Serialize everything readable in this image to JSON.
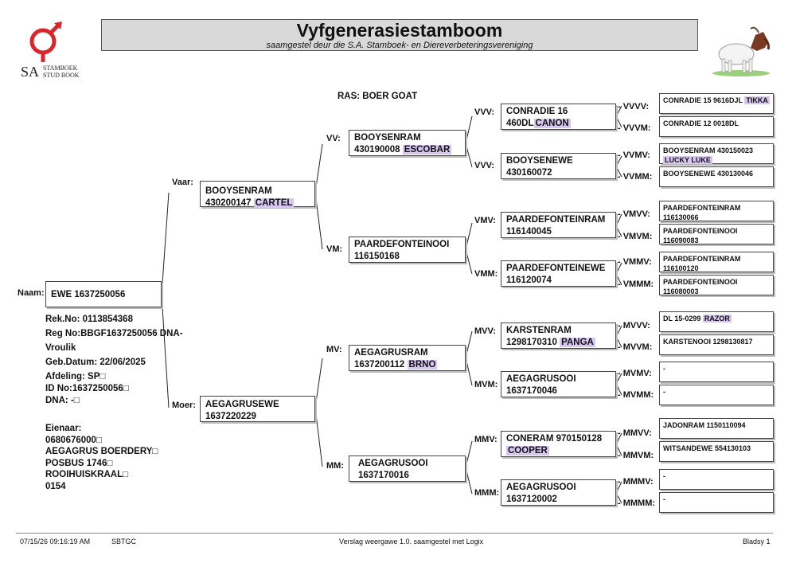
{
  "logo": {
    "letters": "SA",
    "line1": "STAMBOEK",
    "line2": "STUD BOOK",
    "color": "#d9262c"
  },
  "header": {
    "title": "Vyfgenerasiestamboom",
    "subtitle": "saamgestel deur die S.A. Stamboek- en Diereverbeteringsvereniging",
    "breed": "RAS: BOER GOAT"
  },
  "subject": {
    "label": "Naam:",
    "name": "EWE 1637250056",
    "details": [
      "Rek.No: 0113854368",
      "Reg No:BBGF1637250056 DNA-",
      "Vroulik",
      "Geb.Datum: 22/06/2025",
      "Afdeling: SP□",
      "ID No:1637250056□",
      "DNA: -□"
    ],
    "owner": [
      "Eienaar:",
      "0680676000□",
      "AEGAGRUS BOERDERY□",
      "POSBUS 1746□",
      "ROOIHUISKRAAL□",
      "0154"
    ]
  },
  "gen1": {
    "sire": {
      "label": "Vaar:",
      "line1": "BOOYSENRAM",
      "line2": "430200147",
      "tag": "CARTEL"
    },
    "dam": {
      "label": "Moer:",
      "line1": "AEGAGRUSEWE",
      "line2": "1637220229",
      "tag": ""
    }
  },
  "gen2": {
    "vv": {
      "label": "VV:",
      "line1": "BOOYSENRAM",
      "line2": "430190008",
      "tag": "ESCOBAR"
    },
    "vm": {
      "label": "VM:",
      "line1": "PAARDEFONTEINOOI",
      "line2": "116150168",
      "tag": ""
    },
    "mv": {
      "label": "MV:",
      "line1": "AEGAGRUSRAM",
      "line2": "1637200112",
      "tag": "BRNO"
    },
    "mm": {
      "label": "MM:",
      "line1": "AEGAGRUSOOI",
      "line2": "1637170016",
      "tag": ""
    }
  },
  "gen3": {
    "vvv": {
      "label": "VVV:",
      "line1": "CONRADIE 16",
      "line2": "460DL",
      "tag": "CANON"
    },
    "vvm": {
      "label": "VVV:",
      "line1": "BOOYSENEWE",
      "line2": "430160072",
      "tag": ""
    },
    "vmv": {
      "label": "VMV:",
      "line1": "PAARDEFONTEINRAM",
      "line2": "116140045",
      "tag": ""
    },
    "vmm": {
      "label": "VMM:",
      "line1": "PAARDEFONTEINEWE",
      "line2": "116120074",
      "tag": ""
    },
    "mvv": {
      "label": "MVV:",
      "line1": "KARSTENRAM",
      "line2": "1298170310",
      "tag": "PANGA"
    },
    "mvm": {
      "label": "MVM:",
      "line1": "AEGAGRUSOOI",
      "line2": "1637170046",
      "tag": ""
    },
    "mmv": {
      "label": "MMV:",
      "line1": "CONERAM 970150128",
      "line2": "",
      "tag": "COOPER"
    },
    "mmm": {
      "label": "MMM:",
      "line1": "AEGAGRUSOOI",
      "line2": "1637120002",
      "tag": ""
    }
  },
  "gen4": {
    "vvvv": {
      "label": "- VVVV:",
      "line1": "CONRADIE 15 9616DJL",
      "line2": "",
      "tag": "TIKKA"
    },
    "vvvm": {
      "label": "- VVVM:",
      "line1": "CONRADIE 12 0018DL",
      "line2": "",
      "tag": ""
    },
    "vvmv": {
      "label": "- VVMV:",
      "line1": "BOOYSENRAM 430150023",
      "line2": "",
      "tag": "LUCKY LUKE"
    },
    "vvmm": {
      "label": "- VVMM:",
      "line1": "BOOYSENEWE 430130046",
      "line2": "",
      "tag": ""
    },
    "vmvv": {
      "label": "- VMVV:",
      "line1": "PAARDEFONTEINRAM",
      "line2": "116130066",
      "tag": ""
    },
    "vmvm": {
      "label": "- VMVM:",
      "line1": "PAARDEFONTEINOOI",
      "line2": "116090083",
      "tag": ""
    },
    "vmmv": {
      "label": "- VMMV:",
      "line1": "PAARDEFONTEINRAM",
      "line2": "116100120",
      "tag": ""
    },
    "vmmm": {
      "label": "- VMMM:",
      "line1": "PAARDEFONTEINOOI",
      "line2": "116080003",
      "tag": ""
    },
    "mvvv": {
      "label": "- MVVV:",
      "line1": "DL 15-0299",
      "line2": "",
      "tag": "RAZOR"
    },
    "mvvm": {
      "label": "- MVVM:",
      "line1": "KARSTENOOI 1298130817",
      "line2": "",
      "tag": ""
    },
    "mvmv": {
      "label": "- MVMV:",
      "line1": "-",
      "line2": "",
      "tag": ""
    },
    "mvmm": {
      "label": "- MVMM:",
      "line1": "-",
      "line2": "",
      "tag": ""
    },
    "mmvv": {
      "label": "- MMVV:",
      "line1": "JADONRAM 1150110094",
      "line2": "",
      "tag": ""
    },
    "mmvm": {
      "label": "- MMVM:",
      "line1": "WITSANDEWE 554130103",
      "line2": "",
      "tag": ""
    },
    "mmmv": {
      "label": "- MMMV:",
      "line1": "-",
      "line2": "",
      "tag": ""
    },
    "mmmm": {
      "label": "- MMMM:",
      "line1": "-",
      "line2": "",
      "tag": ""
    }
  },
  "footer": {
    "datetime": "07/15/26 09:16:19 AM",
    "code": "SBTGC",
    "report": "Verslag weergawe 1.0. saamgestel met Logix",
    "page": "Bladsy 1"
  }
}
